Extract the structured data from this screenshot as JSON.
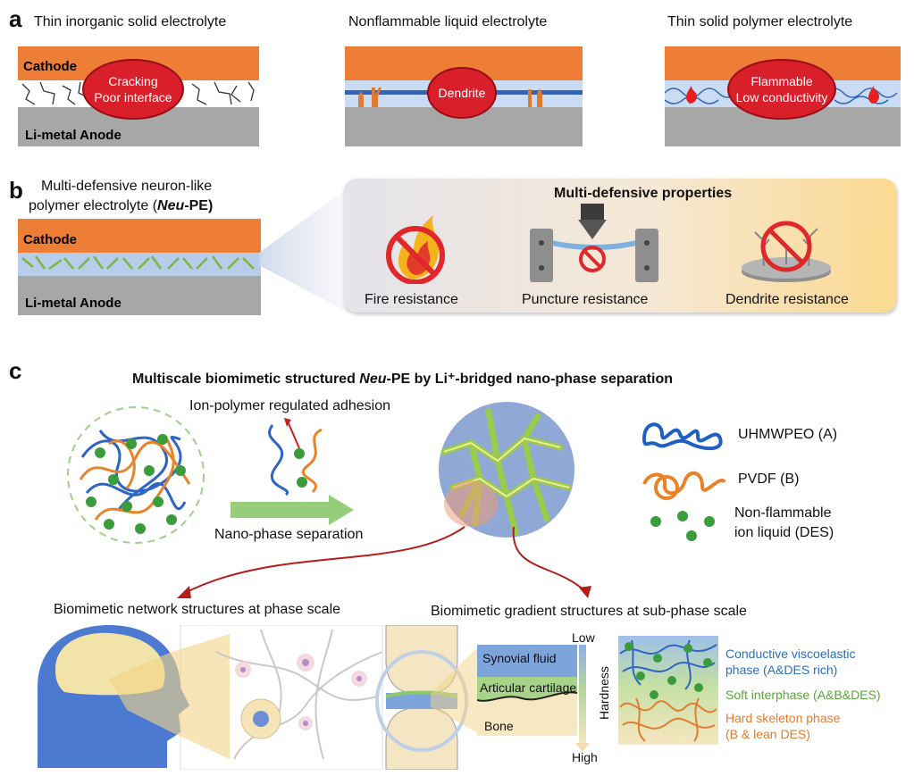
{
  "panel_a": {
    "letter": "a",
    "cells": [
      {
        "title": "Thin inorganic solid electrolyte",
        "bubble_line1": "Cracking",
        "bubble_line2": "Poor interface",
        "cathode": "Cathode",
        "anode": "Li-metal Anode"
      },
      {
        "title": "Nonflammable liquid electrolyte",
        "bubble_line1": "Dendrite",
        "bubble_line2": ""
      },
      {
        "title": "Thin solid polymer electrolyte",
        "bubble_line1": "Flammable",
        "bubble_line2": "Low conductivity"
      }
    ]
  },
  "panel_b": {
    "letter": "b",
    "title_line1": "Multi-defensive neuron-like",
    "title_line2_pre": "polymer electrolyte (",
    "title_line2_em": "Neu",
    "title_line2_post": "-PE)",
    "cathode": "Cathode",
    "anode": "Li-metal Anode",
    "box_title": "Multi-defensive properties",
    "properties": [
      "Fire resistance",
      "Puncture resistance",
      "Dendrite resistance"
    ]
  },
  "panel_c": {
    "letter": "c",
    "title_pre": "Multiscale biomimetic structured ",
    "title_em": "Neu",
    "title_post": "-PE by Li⁺-bridged  nano-phase separation",
    "adhesion_label": "Ion-polymer regulated adhesion",
    "separation_label": "Nano-phase separation",
    "legend": [
      {
        "label": "UHMWPEO (A)",
        "color": "#1f5fc4"
      },
      {
        "label": "PVDF (B)",
        "color": "#e8832a"
      },
      {
        "label_line1": "Non-flammable",
        "label_line2": "ion liquid (DES)",
        "color": "#3aa03a"
      }
    ],
    "network_title": "Biomimetic network structures at phase scale",
    "gradient_title": "Biomimetic gradient structures at sub-phase scale",
    "joint_layers": [
      "Synovial fluid",
      "Articular cartilage",
      "Bone"
    ],
    "hardness": {
      "axis": "Hardness",
      "low": "Low",
      "high": "High"
    },
    "phases": [
      {
        "line1": "Conductive viscoelastic",
        "line2": "phase (A&DES rich)",
        "color": "#2a6fc2"
      },
      {
        "line1": "Soft interphase (A&B&DES)",
        "line2": "",
        "color": "#5aa63a"
      },
      {
        "line1": "Hard skeleton phase",
        "line2": "(B & lean DES)",
        "color": "#e07d30"
      }
    ]
  }
}
